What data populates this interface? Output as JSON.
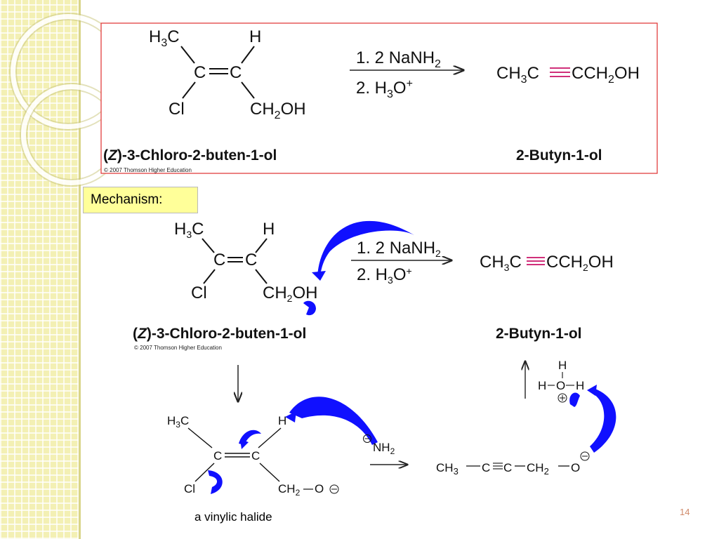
{
  "top_reaction": {
    "reactant_name_z": "Z",
    "reactant_name_rest": "-3-Chloro-2-buten-1-ol",
    "product_name": "2-Butyn-1-ol",
    "reagent_1": "1. 2 NaNH",
    "reagent_1_sub": "2",
    "reagent_2": "2. H",
    "reagent_2_sub": "3",
    "reagent_2_tail": "O",
    "reagent_2_charge": "+",
    "copyright": "© 2007 Thomson Higher Education",
    "border_color": "#e03030",
    "triple_bond_color": "#d0307a"
  },
  "mechanism_label": "Mechanism:",
  "intermediate_caption": "a vinylic halide",
  "page_number": "14",
  "arrow_color": "#1010ff"
}
